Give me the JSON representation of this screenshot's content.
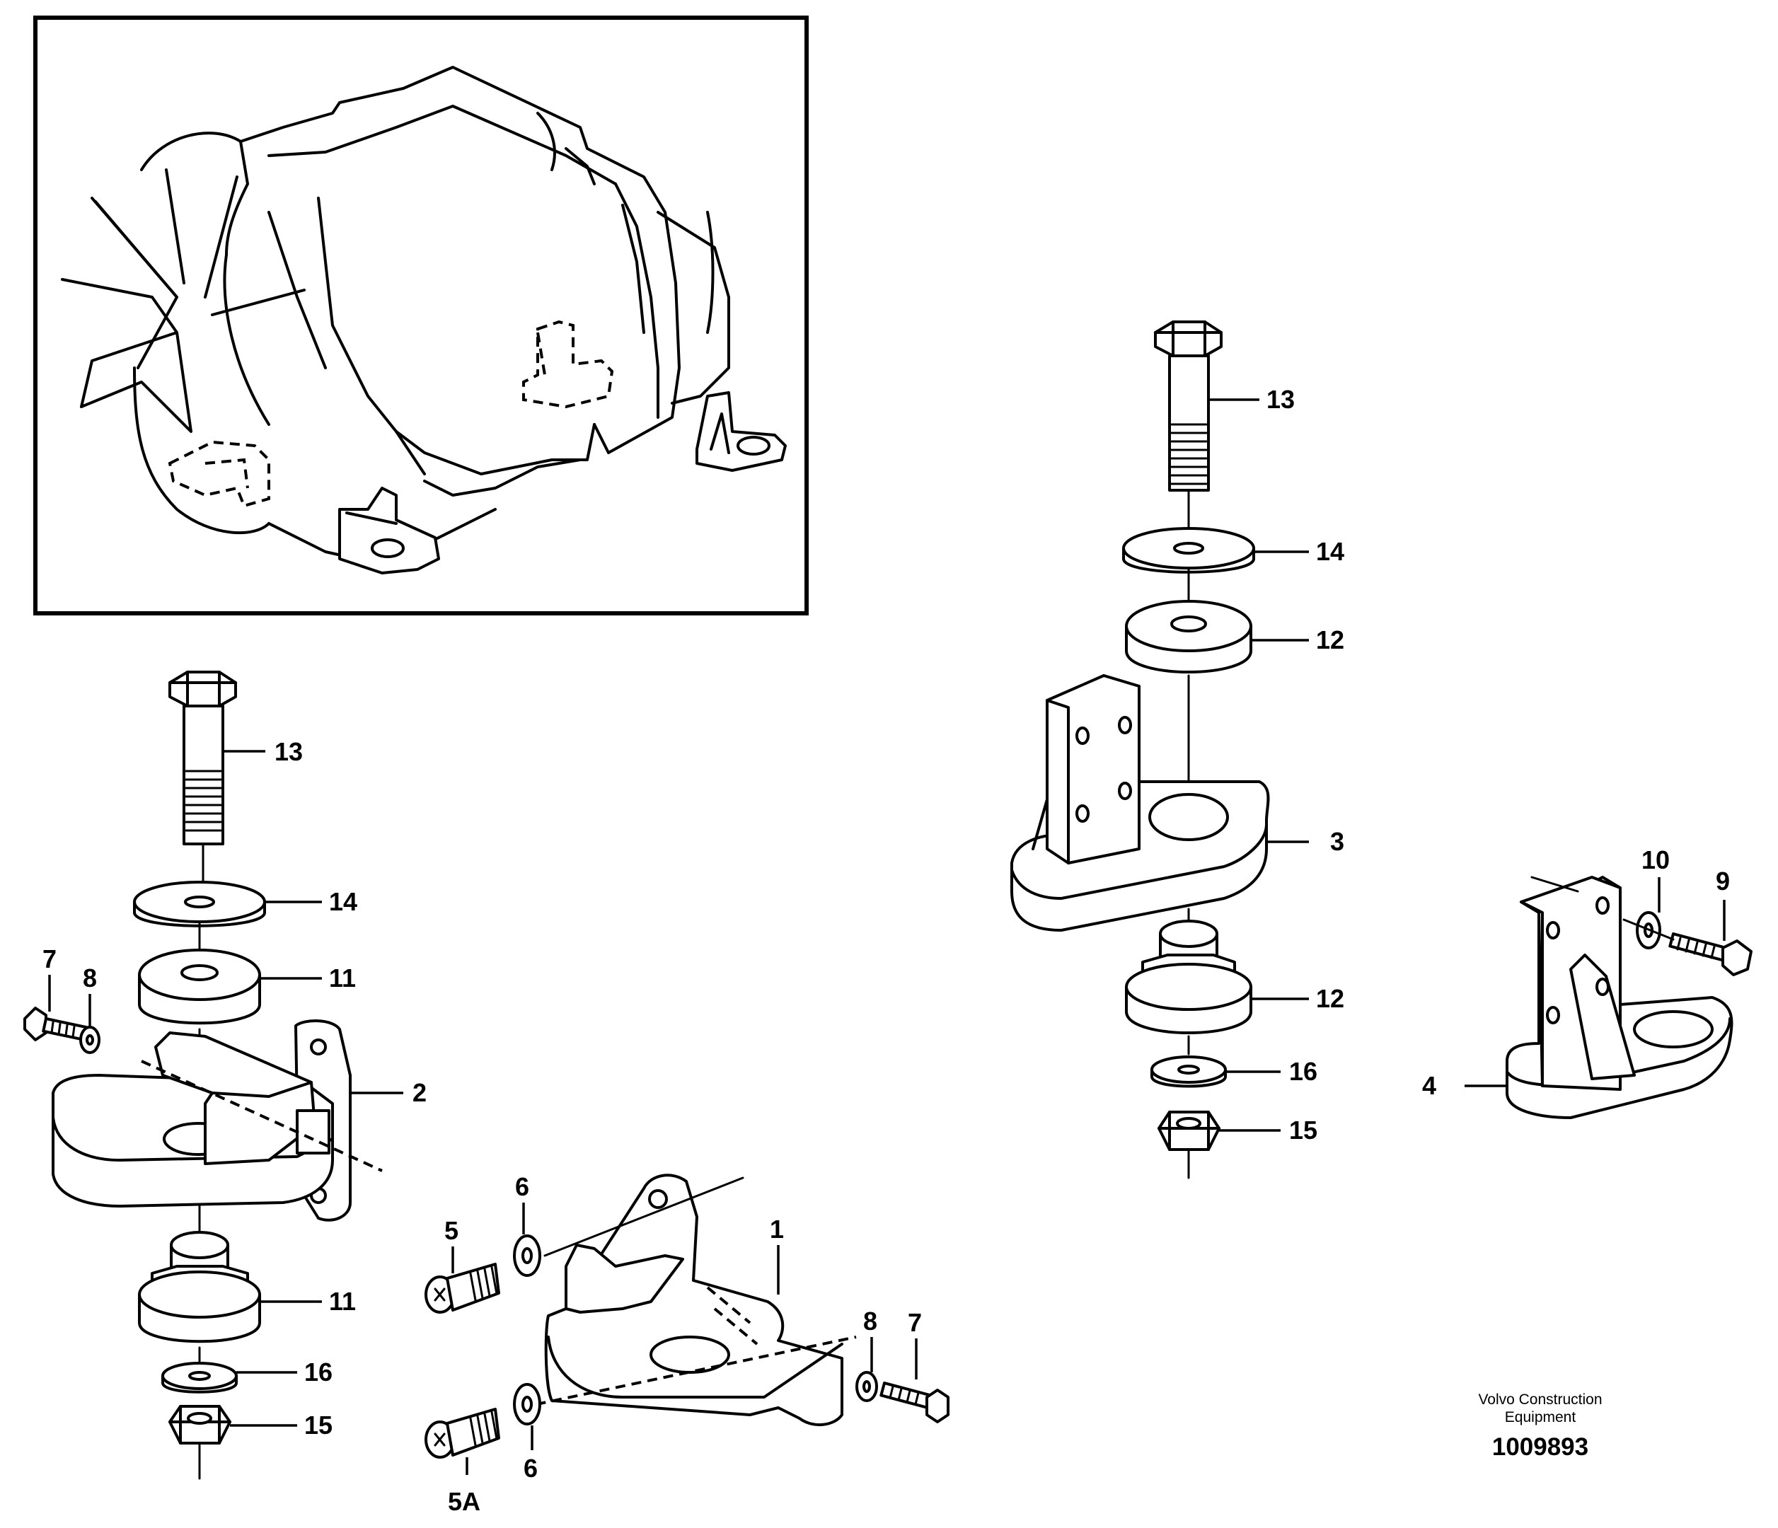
{
  "callouts": {
    "c1": "1",
    "c2": "2",
    "c3": "3",
    "c4": "4",
    "c5": "5",
    "c5a": "5A",
    "c6a": "6",
    "c6b": "6",
    "c7a": "7",
    "c7b": "7",
    "c8a": "8",
    "c8b": "8",
    "c9": "9",
    "c10": "10",
    "c11a": "11",
    "c11b": "11",
    "c12a": "12",
    "c12b": "12",
    "c13a": "13",
    "c13b": "13",
    "c14a": "14",
    "c14b": "14",
    "c15a": "15",
    "c15b": "15",
    "c16a": "16",
    "c16b": "16"
  },
  "footer": {
    "line1": "Volvo Construction",
    "line2": "Equipment",
    "doc_number": "1009893"
  }
}
